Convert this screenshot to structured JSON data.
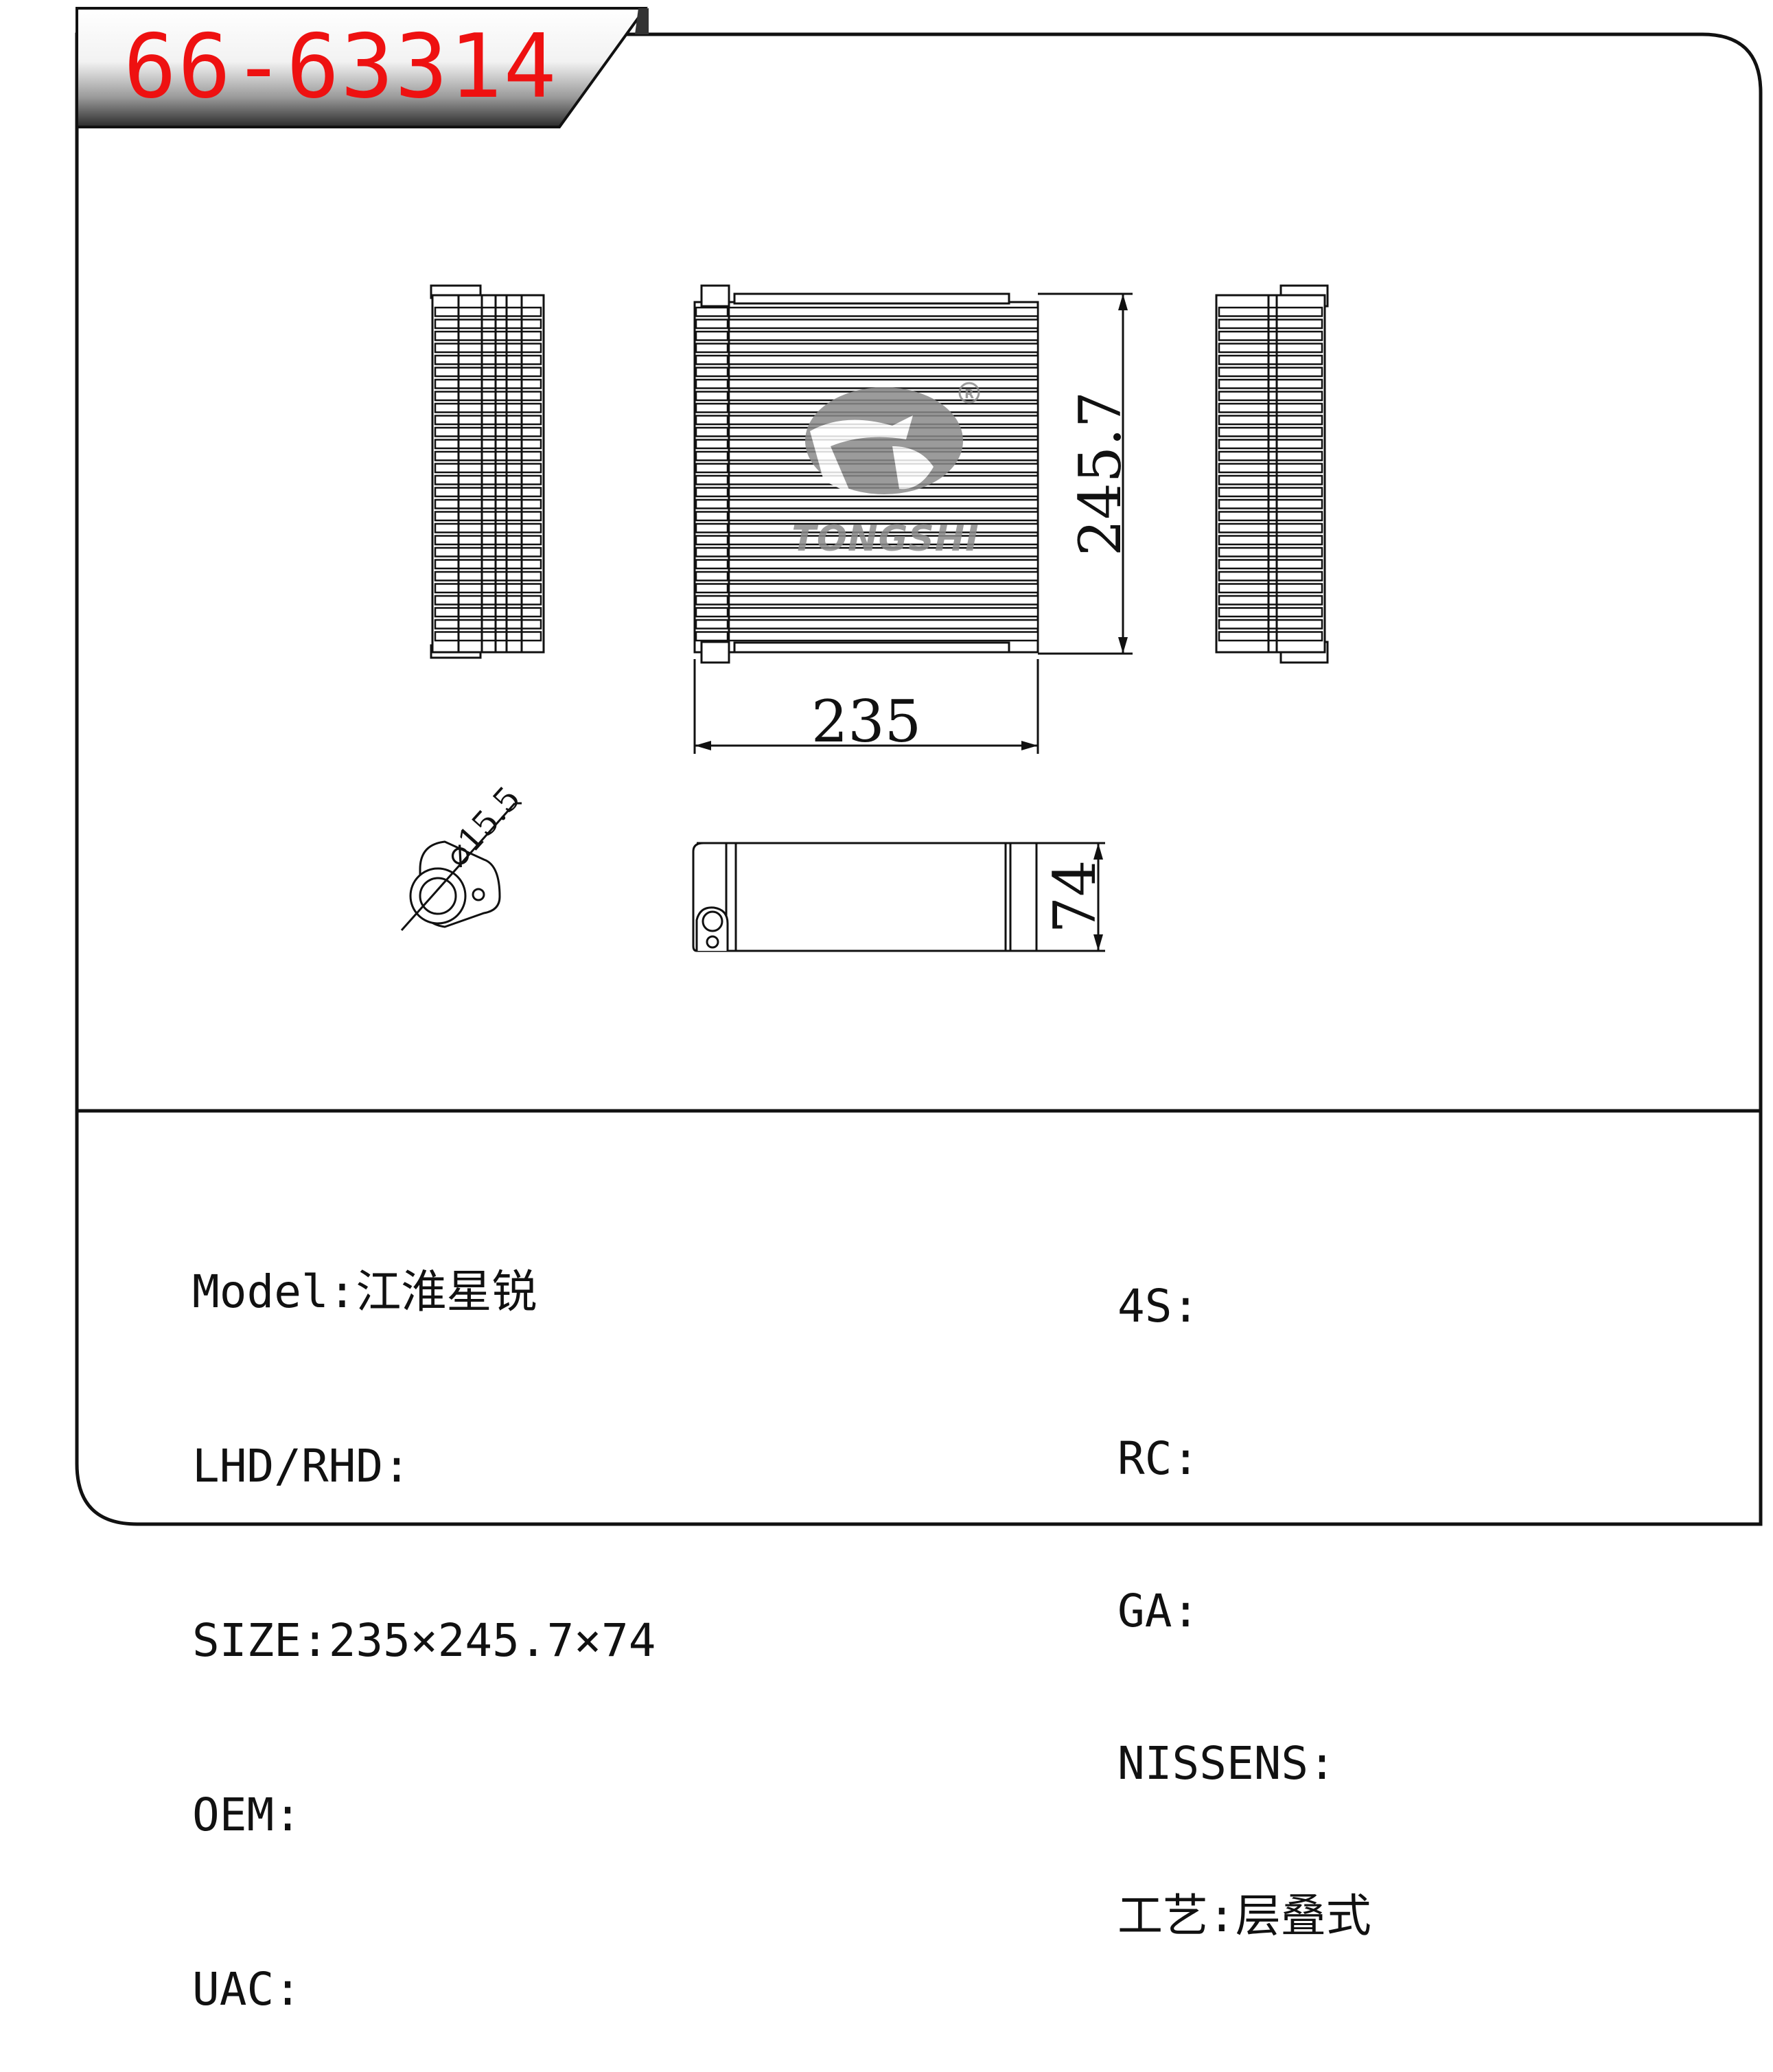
{
  "part_number": "66-63314",
  "brand": {
    "logo_text": "TONGSHI",
    "registered_mark": "R"
  },
  "dimensions": {
    "width": "235",
    "height": "245.7",
    "depth": "74",
    "port_diameter": "⌀15.5"
  },
  "specs_left": [
    {
      "label": "Model:",
      "value": "江淮星锐"
    },
    {
      "label": "LHD/RHD:",
      "value": ""
    },
    {
      "label": "SIZE:",
      "value": "235×245.7×74"
    },
    {
      "label": "OEM:",
      "value": ""
    },
    {
      "label": "UAC:",
      "value": ""
    }
  ],
  "specs_right": [
    {
      "label": "4S:",
      "value": ""
    },
    {
      "label": "RC:",
      "value": ""
    },
    {
      "label": "GA:",
      "value": ""
    },
    {
      "label": "NISSENS:",
      "value": ""
    },
    {
      "label": "工艺:",
      "value": "层叠式"
    }
  ],
  "colors": {
    "part_number": "#ee1111",
    "line": "#111111",
    "logo": "#8a8a8a"
  }
}
